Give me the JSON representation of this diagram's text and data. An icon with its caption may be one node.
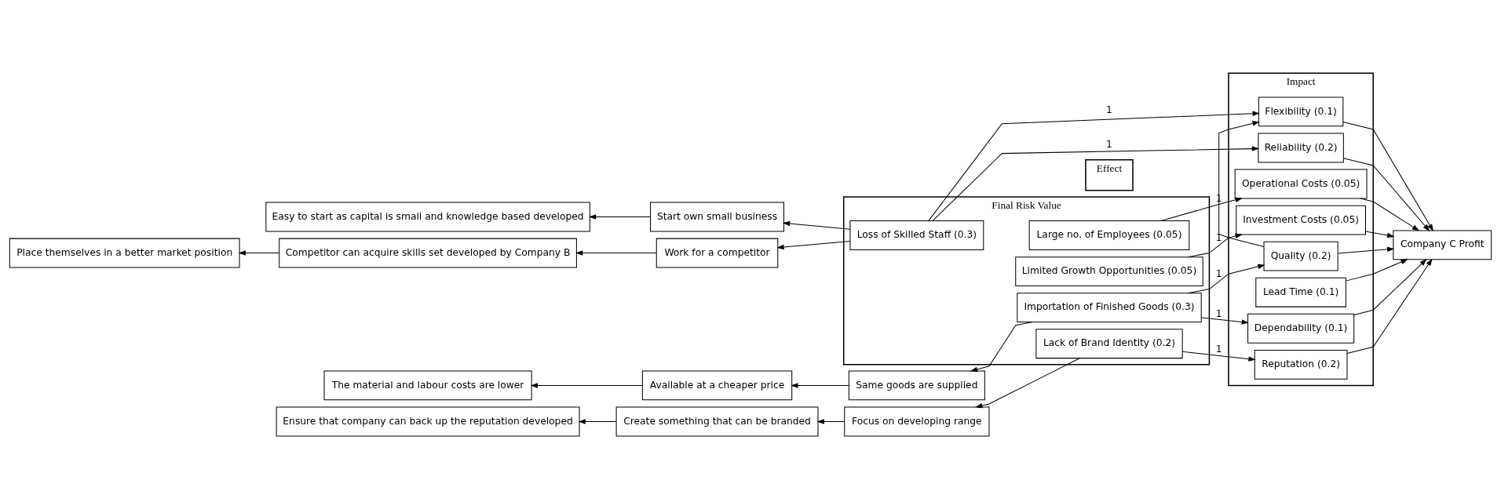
{
  "diagram": {
    "nodes": [
      {
        "text": [
          "Final Risk Value"
        ]
      },
      {
        "text": [
          "Effect"
        ]
      },
      {
        "text": [
          "Impact"
        ]
      },
      {
        "text": [
          "Ensure that company can back up the reputation developed"
        ]
      },
      {
        "text": [
          "Create something that can be branded"
        ]
      },
      {
        "text": [
          "Focus on developing range"
        ]
      },
      {
        "text": [
          "Easy to start as capital is small and knowledge based developed"
        ]
      },
      {
        "text": [
          "Start own small business"
        ]
      },
      {
        "text": [
          "Place themselves in a better market position"
        ]
      },
      {
        "text": [
          "Competitor can acquire skills set developed by Company B"
        ]
      },
      {
        "text": [
          "Work for a competitor"
        ]
      },
      {
        "text": [
          "The material and labour costs are lower"
        ]
      },
      {
        "text": [
          "Available at a cheaper price"
        ]
      },
      {
        "text": [
          "Same goods are supplied"
        ]
      },
      {
        "text": [
          "Large no. of Employees (0.05)"
        ],
        "in": 0
      },
      {
        "text": [
          "Lack of Brand Identity (0.2)"
        ],
        "in": 0
      },
      {
        "text": [
          "Loss of Skilled Staff (0.3)"
        ],
        "in": 0
      },
      {
        "text": [
          "Limited Growth Opportunities (0.05)"
        ],
        "in": 0
      },
      {
        "text": [
          "Importation of Finished Goods (0.3)"
        ],
        "in": 0
      },
      {
        "text": [
          "Operational Costs (0.05)"
        ],
        "in": 2
      },
      {
        "text": [
          "Investment Costs (0.05)"
        ],
        "in": 2
      },
      {
        "text": [
          "Quality (0.2)"
        ],
        "in": 2
      },
      {
        "text": [
          "Flexibility (0.1)"
        ],
        "in": 2
      },
      {
        "text": [
          "Reliability (0.2)"
        ],
        "in": 2
      },
      {
        "text": [
          "Lead Time (0.1)"
        ],
        "in": 2
      },
      {
        "text": [
          "Reputation (0.2)"
        ],
        "in": 2
      },
      {
        "text": [
          "Dependability (0.1)"
        ],
        "in": 2
      },
      {
        "text": [
          "Company C Profit"
        ]
      }
    ],
    "edges": [
      {
        "from": 15,
        "to": 5,
        "arrow": "to"
      },
      {
        "from": 5,
        "to": 4,
        "arrow": "to"
      },
      {
        "from": 4,
        "to": 3,
        "arrow": "to"
      },
      {
        "from": 16,
        "to": 7,
        "arrow": "to"
      },
      {
        "from": 7,
        "to": 6,
        "arrow": "to"
      },
      {
        "from": 16,
        "to": 10,
        "arrow": "to"
      },
      {
        "from": 10,
        "to": 9,
        "arrow": "to"
      },
      {
        "from": 9,
        "to": 8,
        "arrow": "to"
      },
      {
        "from": 18,
        "to": 13,
        "arrow": "to"
      },
      {
        "from": 13,
        "to": 12,
        "arrow": "to"
      },
      {
        "from": 12,
        "to": 11,
        "arrow": "to"
      },
      {
        "from": 14,
        "to": 19,
        "arrow": "to",
        "label": "1"
      },
      {
        "from": 15,
        "to": 25,
        "arrow": "to",
        "label": "1"
      },
      {
        "from": 16,
        "to": 22,
        "arrow": "to",
        "label": "1"
      },
      {
        "from": 16,
        "to": 23,
        "arrow": "to",
        "label": "1"
      },
      {
        "from": 17,
        "to": 20,
        "arrow": "to",
        "label": "1"
      },
      {
        "from": 18,
        "to": 21,
        "arrow": "to",
        "label": "1"
      },
      {
        "from": 18,
        "to": 26,
        "arrow": "to",
        "label": "1"
      },
      {
        "from": 21,
        "to": 22,
        "arrow": "to"
      },
      {
        "from": 19,
        "to": 27,
        "arrow": "to"
      },
      {
        "from": 20,
        "to": 27,
        "arrow": "to"
      },
      {
        "from": 21,
        "to": 27,
        "arrow": "to"
      },
      {
        "from": 22,
        "to": 27,
        "arrow": "to"
      },
      {
        "from": 23,
        "to": 27,
        "arrow": "to"
      },
      {
        "from": 24,
        "to": 27,
        "arrow": "to"
      },
      {
        "from": 25,
        "to": 27,
        "arrow": "to"
      },
      {
        "from": 26,
        "to": 27,
        "arrow": "to"
      }
    ]
  }
}
